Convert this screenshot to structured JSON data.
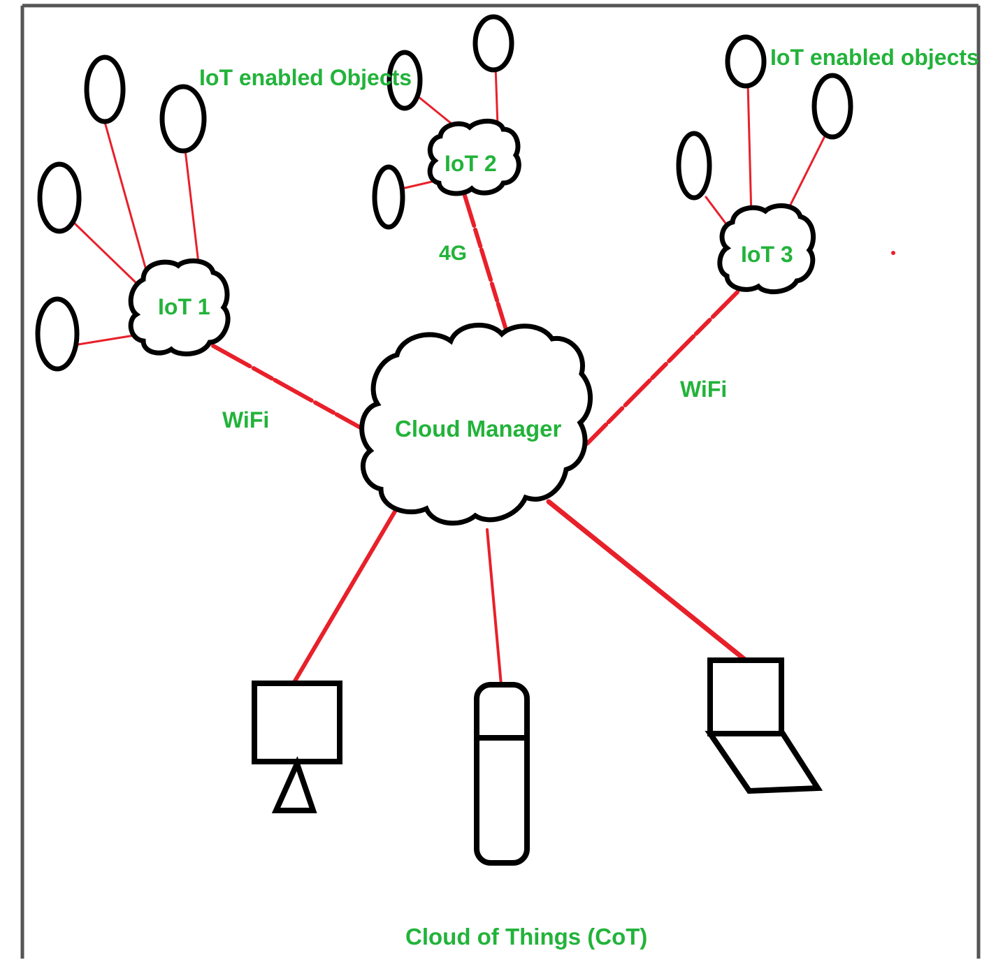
{
  "diagram": {
    "title": "Cloud of Things (CoT)",
    "hub": {
      "label": "Cloud Manager"
    },
    "gateways": [
      {
        "id": "iot1",
        "label": "IoT 1",
        "link_label": "WiFi"
      },
      {
        "id": "iot2",
        "label": "IoT 2",
        "link_label": "4G"
      },
      {
        "id": "iot3",
        "label": "IoT 3",
        "link_label": "WiFi"
      }
    ],
    "annotations": {
      "objects_label_left": "IoT enabled Objects",
      "objects_label_right": "IoT enabled objects"
    },
    "devices": [
      {
        "type": "desktop-monitor"
      },
      {
        "type": "mobile-phone"
      },
      {
        "type": "laptop"
      }
    ],
    "colors": {
      "links": "#e8202a",
      "labels": "#22b33a",
      "outlines": "#000000",
      "frame": "#555555"
    }
  }
}
